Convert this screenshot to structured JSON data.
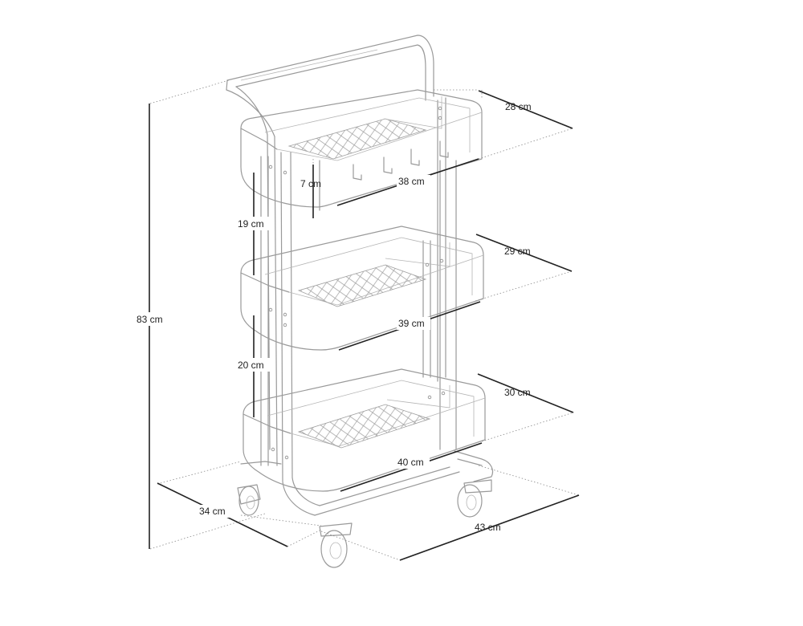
{
  "dimensions": {
    "total_height": "83 cm",
    "top_depth": "28 cm",
    "top_basket_height": "7 cm",
    "top_width": "38 cm",
    "gap_upper": "19 cm",
    "middle_depth": "29 cm",
    "middle_width": "39 cm",
    "gap_lower": "20 cm",
    "bottom_depth": "30 cm",
    "bottom_width": "40 cm",
    "base_depth": "34 cm",
    "base_width": "43 cm"
  },
  "colors": {
    "drawing_line": "#9a9a9a",
    "dimension_line": "#222222",
    "background": "#ffffff"
  }
}
